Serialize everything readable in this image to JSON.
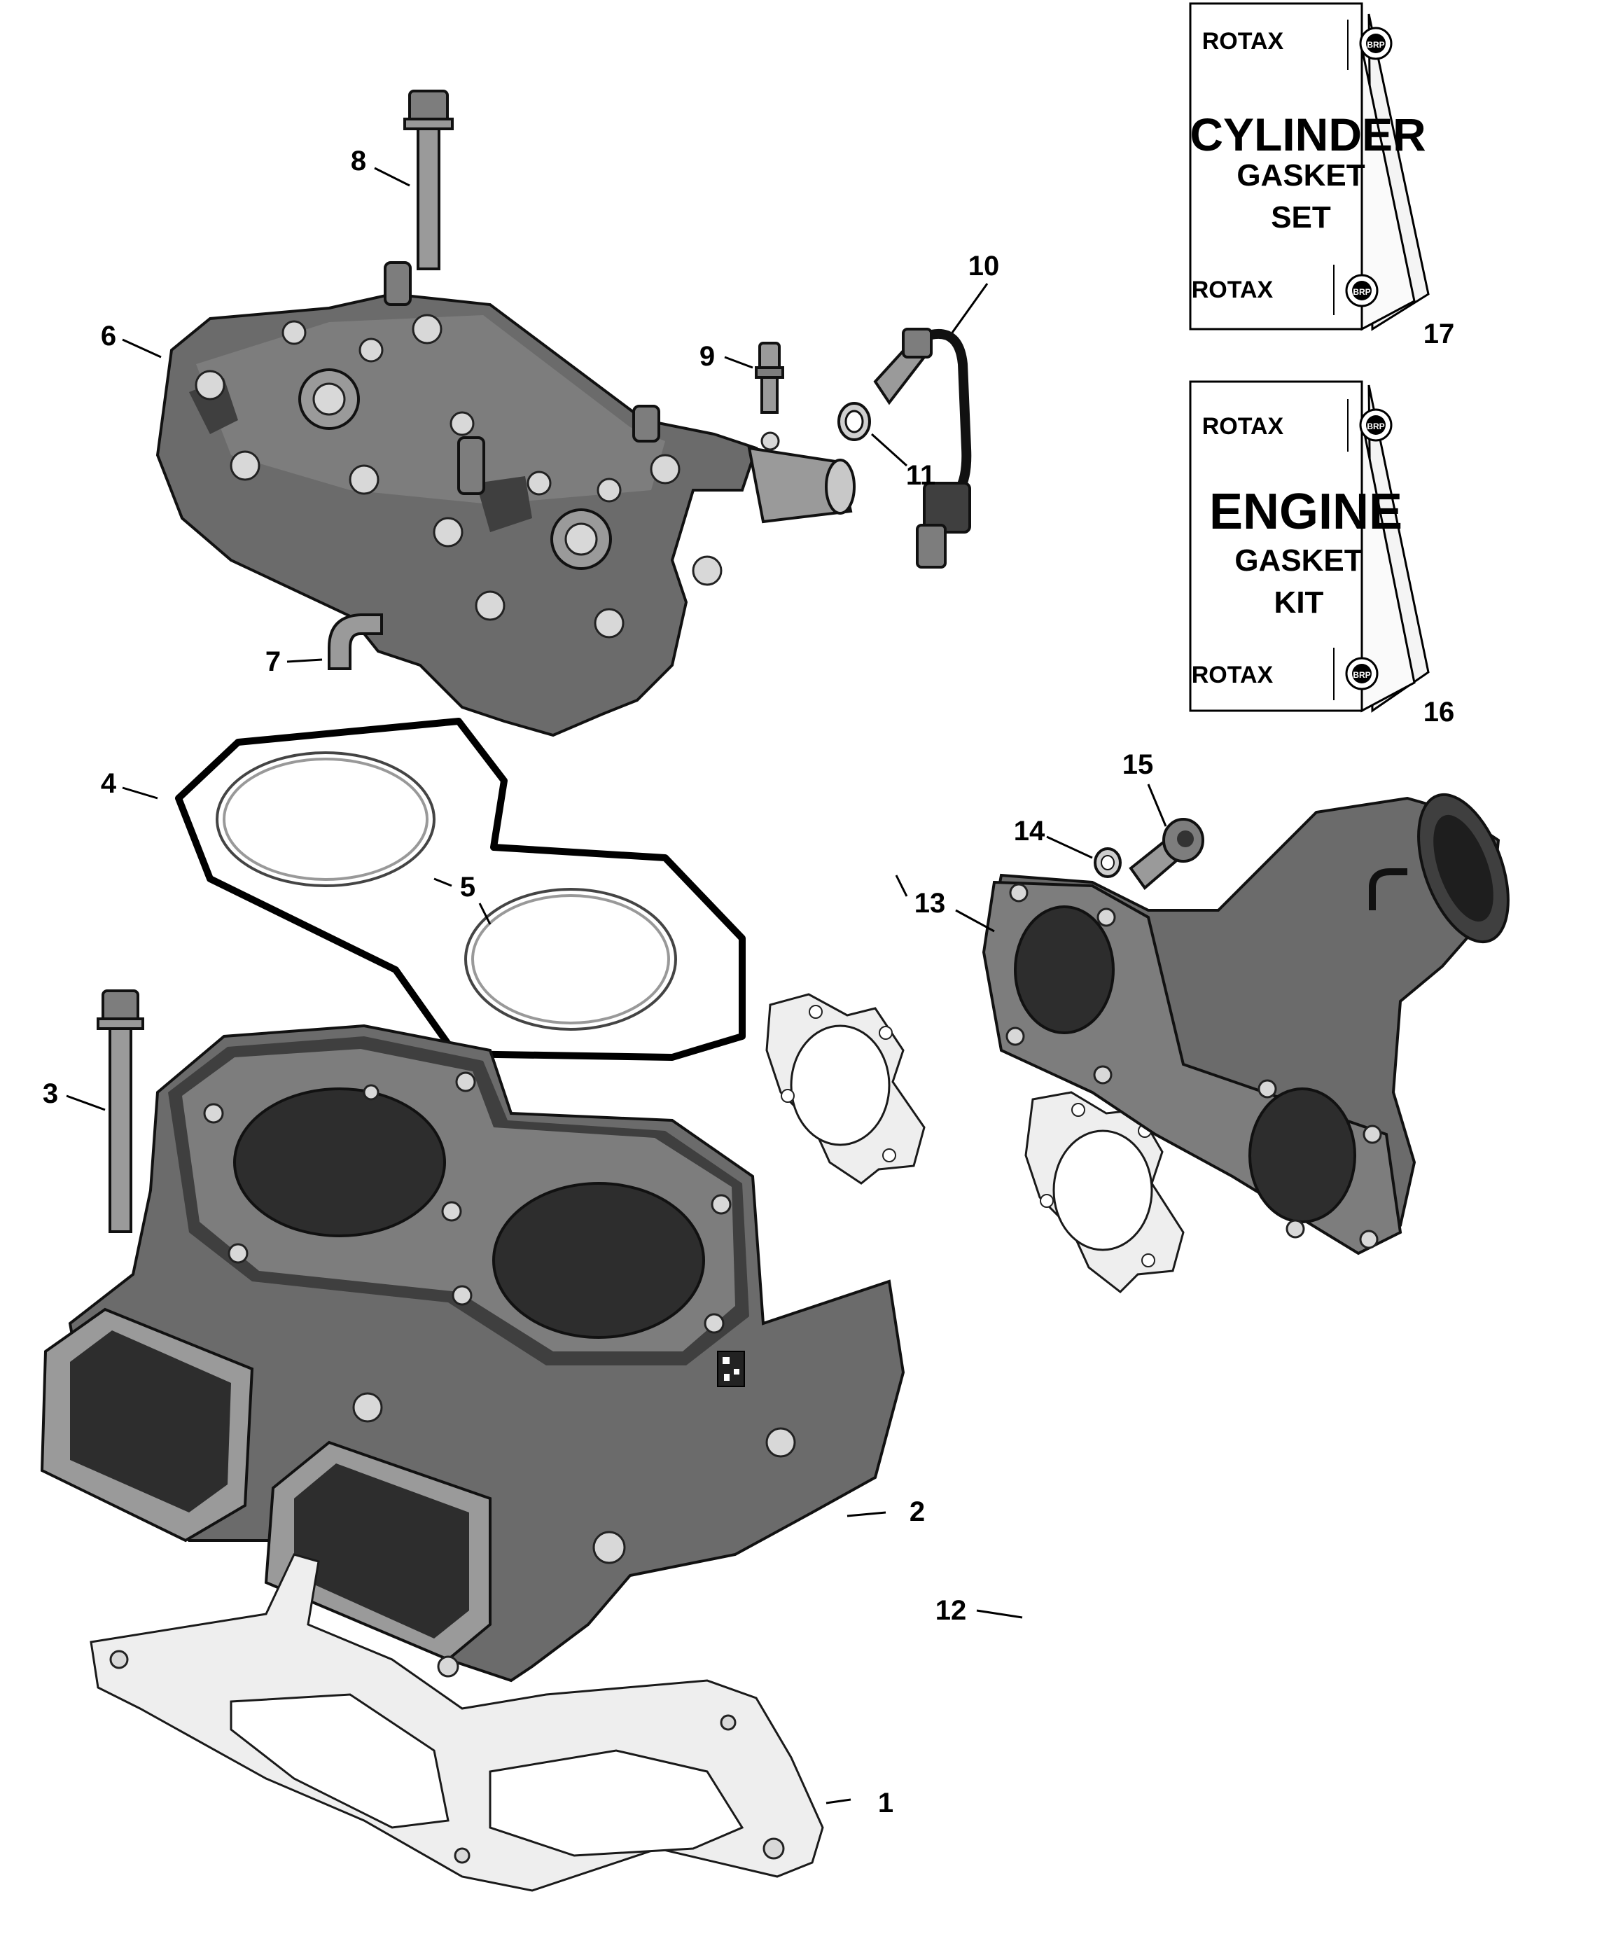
{
  "callouts": [
    {
      "id": "1",
      "label": "1"
    },
    {
      "id": "2",
      "label": "2"
    },
    {
      "id": "3",
      "label": "3"
    },
    {
      "id": "4",
      "label": "4"
    },
    {
      "id": "5",
      "label": "5"
    },
    {
      "id": "6",
      "label": "6"
    },
    {
      "id": "7",
      "label": "7"
    },
    {
      "id": "8",
      "label": "8"
    },
    {
      "id": "9",
      "label": "9"
    },
    {
      "id": "10",
      "label": "10"
    },
    {
      "id": "11",
      "label": "11"
    },
    {
      "id": "12",
      "label": "12"
    },
    {
      "id": "13",
      "label": "13"
    },
    {
      "id": "14",
      "label": "14"
    },
    {
      "id": "15",
      "label": "15"
    },
    {
      "id": "16",
      "label": "16"
    },
    {
      "id": "17",
      "label": "17"
    }
  ],
  "kits": {
    "cylinder_gasket_set": {
      "brand_top": "ROTAX",
      "title": "CYLINDER",
      "line2": "GASKET",
      "line3": "SET",
      "brand_bottom": "ROTAX",
      "logo_text": "BRP"
    },
    "engine_gasket_kit": {
      "brand_top": "ROTAX",
      "title": "ENGINE",
      "line2": "GASKET",
      "line3": "KIT",
      "brand_bottom": "ROTAX",
      "logo_text": "BRP"
    }
  }
}
